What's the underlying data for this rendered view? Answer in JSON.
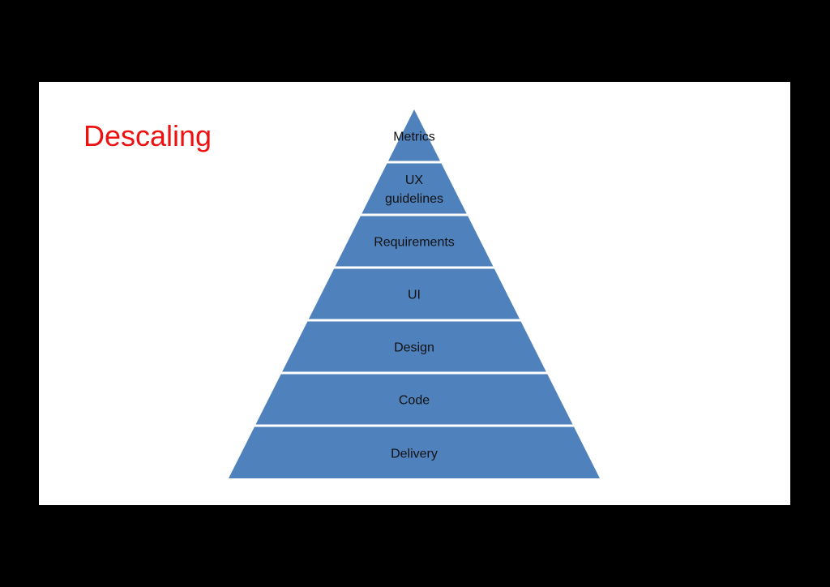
{
  "slide": {
    "title": "Descaling",
    "title_color": "#ee1111",
    "background": "#ffffff"
  },
  "pyramid": {
    "fill_color": "#4f81bd",
    "separator_color": "#ffffff",
    "levels": [
      {
        "lines": [
          "Metrics"
        ]
      },
      {
        "lines": [
          "UX",
          "guidelines"
        ]
      },
      {
        "lines": [
          "Requirements"
        ]
      },
      {
        "lines": [
          "UI"
        ]
      },
      {
        "lines": [
          "Design"
        ]
      },
      {
        "lines": [
          "Code"
        ]
      },
      {
        "lines": [
          "Delivery"
        ]
      }
    ]
  }
}
